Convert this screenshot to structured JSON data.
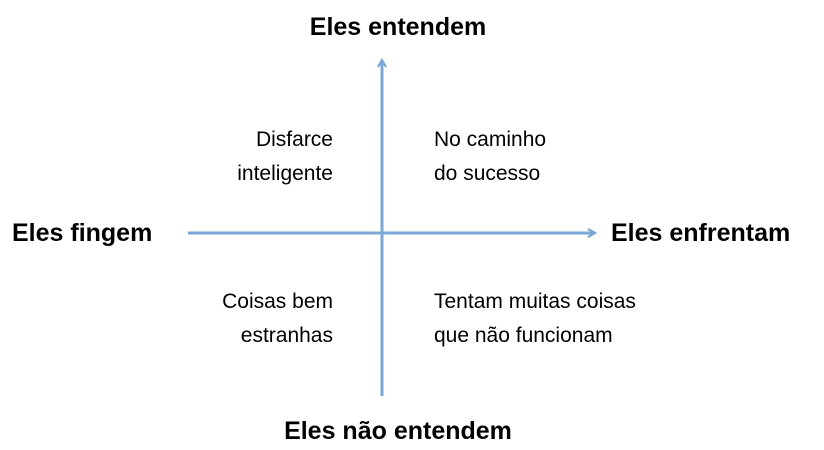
{
  "axes": {
    "top": "Eles entendem",
    "bottom": "Eles não entendem",
    "left": "Eles fingem",
    "right": "Eles enfrentam",
    "color": "#7BA7D4"
  },
  "quadrants": {
    "top_left": [
      "Disfarce",
      "inteligente"
    ],
    "top_right": [
      "No caminho",
      "do sucesso"
    ],
    "bottom_left": [
      "Coisas bem",
      "estranhas"
    ],
    "bottom_right": [
      "Tentam muitas coisas",
      "que não funcionam"
    ]
  }
}
